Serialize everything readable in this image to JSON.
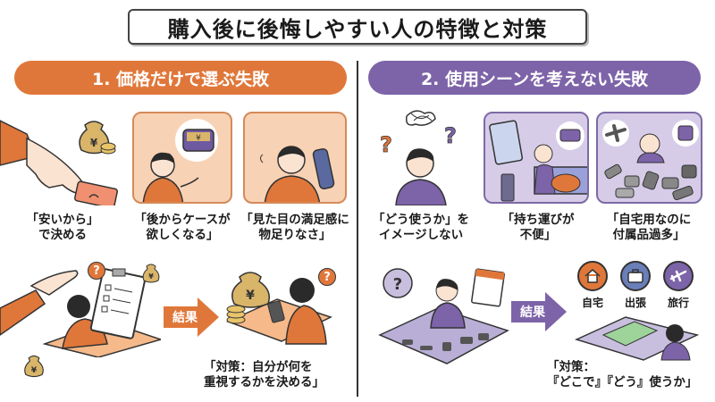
{
  "title": "購入後に後悔しやすい人の特徴と対策",
  "colors": {
    "orange": "#e0773a",
    "orange_light": "#f8d2b5",
    "purple": "#7d63a8",
    "purple_light": "#d6cce8",
    "divider": "#333333"
  },
  "sections": [
    {
      "banner": "1. 価格だけで選ぶ失敗",
      "captions": [
        "「安いから」\nで決める",
        "「後からケースが\n欲しくなる」",
        "「見た目の満足感に\n物足りなさ」"
      ],
      "result_label": "結果",
      "solution": "「対策：自分が何を\n重視するかを決める」",
      "icons": [
        "pointing-hand-icon",
        "money-bag-icon",
        "coins-icon",
        "price-tag-icon",
        "case-icon",
        "shaver-icon",
        "clipboard-icon",
        "question-icon"
      ]
    },
    {
      "banner": "2. 使用シーンを考えない失敗",
      "captions": [
        "「どう使うか」を\nイメージしない",
        "「持ち運びが\n不便」",
        "「自宅用なのに\n付属品過多」"
      ],
      "result_label": "結果",
      "solution": "「対策：\n『どこで』『どう』使うか」",
      "scenes": [
        {
          "label": "自宅",
          "icon": "home-icon",
          "color": "#e0773a"
        },
        {
          "label": "出張",
          "icon": "suitcase-icon",
          "color": "#6a7fb8"
        },
        {
          "label": "旅行",
          "icon": "airplane-icon",
          "color": "#7d63a8"
        }
      ]
    }
  ]
}
